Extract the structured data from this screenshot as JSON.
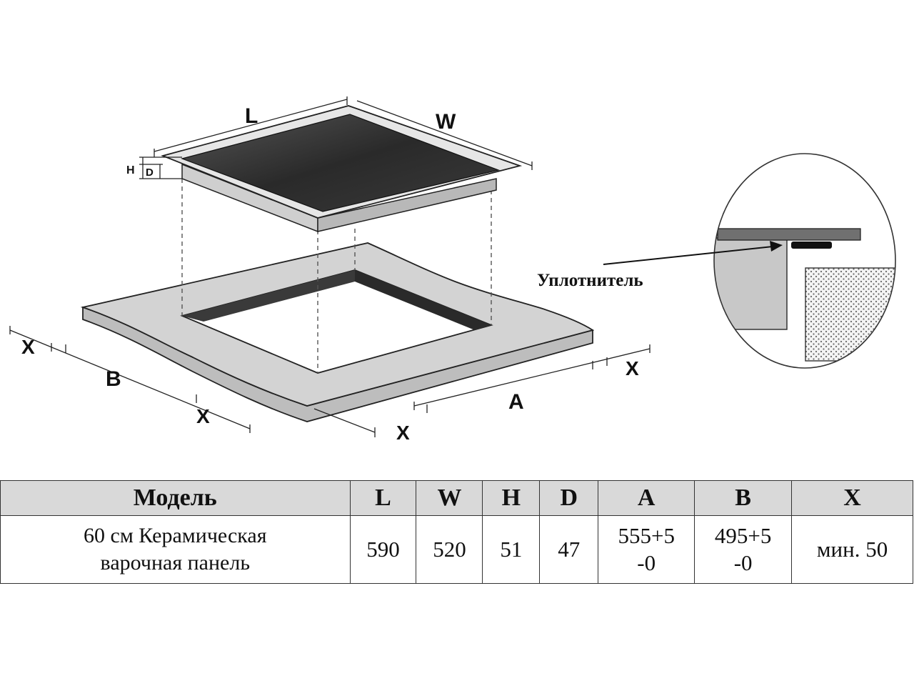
{
  "diagram": {
    "labels": {
      "L": "L",
      "W": "W",
      "H": "H",
      "D": "D",
      "A": "A",
      "B": "B",
      "X": "X",
      "seal": "Уплотнитель"
    }
  },
  "table": {
    "headers": [
      "Модель",
      "L",
      "W",
      "H",
      "D",
      "A",
      "B",
      "X"
    ],
    "row": {
      "model_line1": "60 см Керамическая",
      "model_line2": "варочная панель",
      "L": "590",
      "W": "520",
      "H": "51",
      "D": "47",
      "A_line1": "555+5",
      "A_line2": "-0",
      "B_line1": "495+5",
      "B_line2": "-0",
      "X": "мин. 50"
    }
  },
  "colors": {
    "glass": "#2e2e2e",
    "frame": "#dcdcdc",
    "counter": "#d3d3d3",
    "header_bg": "#d9d9d9"
  }
}
